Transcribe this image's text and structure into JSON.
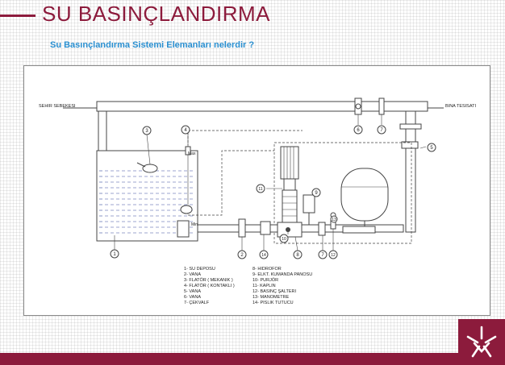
{
  "header": {
    "title": "SU BASINÇLANDIRMA",
    "subtitle": "Su Basınçlandırma Sistemi Elemanları nelerdir ?"
  },
  "diagram": {
    "left_label": "SEHIR SEBEKESI",
    "right_label": "BINA TESISATI",
    "max_label": "Max",
    "min_label": "Min",
    "callouts": [
      "1",
      "2",
      "3",
      "4",
      "5",
      "6",
      "7",
      "7",
      "8",
      "9",
      "10",
      "11",
      "12",
      "13",
      "14"
    ],
    "legend_left": [
      "1- SU DEPOSU",
      "2- VANA",
      "3- FLATÖR ( MEKANIK )",
      "4- FLATÖR ( KONTAKLI )",
      "5- VANA",
      "6- VANA",
      "7- ÇEKVALF"
    ],
    "legend_right": [
      "8- HIDROFOR",
      "9- ELKT. KUMANDA PANOSU",
      "10- PURJÖR",
      "11- KAPLIN",
      "12- BASINÇ ŞALTERI",
      "13- MANOMETRE",
      "14- PISLIK TUTUCU"
    ]
  },
  "colors": {
    "brand": "#8c1b3c",
    "subtitle": "#2a8fd0",
    "water_lines": "#3a4fa0"
  }
}
